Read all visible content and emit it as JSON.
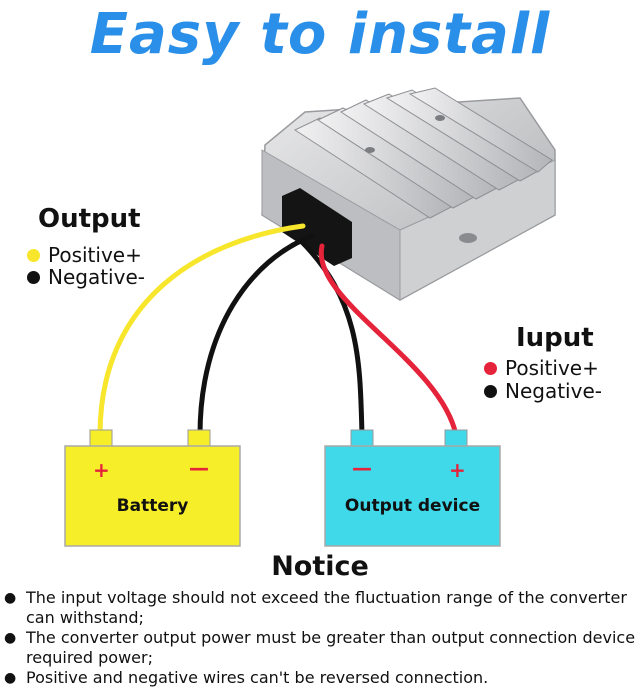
{
  "title": "Easy to install",
  "output": {
    "heading": "Output",
    "positive": "Positive+",
    "negative": "Negative-",
    "positive_color": "#f7e62b",
    "negative_color": "#111111"
  },
  "input": {
    "heading": "Iuput",
    "positive": "Positive+",
    "negative": "Negative-",
    "positive_color": "#e5233a",
    "negative_color": "#111111"
  },
  "battery": {
    "label": "Battery",
    "plus": "+",
    "minus": "—",
    "color": "#f7ee2a"
  },
  "device": {
    "label": "Output device",
    "plus": "+",
    "minus": "—",
    "color": "#3fd9ea"
  },
  "notice": {
    "heading": "Notice",
    "items": [
      "The input voltage should not exceed the fluctuation range of the converter can withstand;",
      "The converter output power must be greater than output connection device required power;",
      "Positive and negative wires can't be reversed connection."
    ]
  }
}
